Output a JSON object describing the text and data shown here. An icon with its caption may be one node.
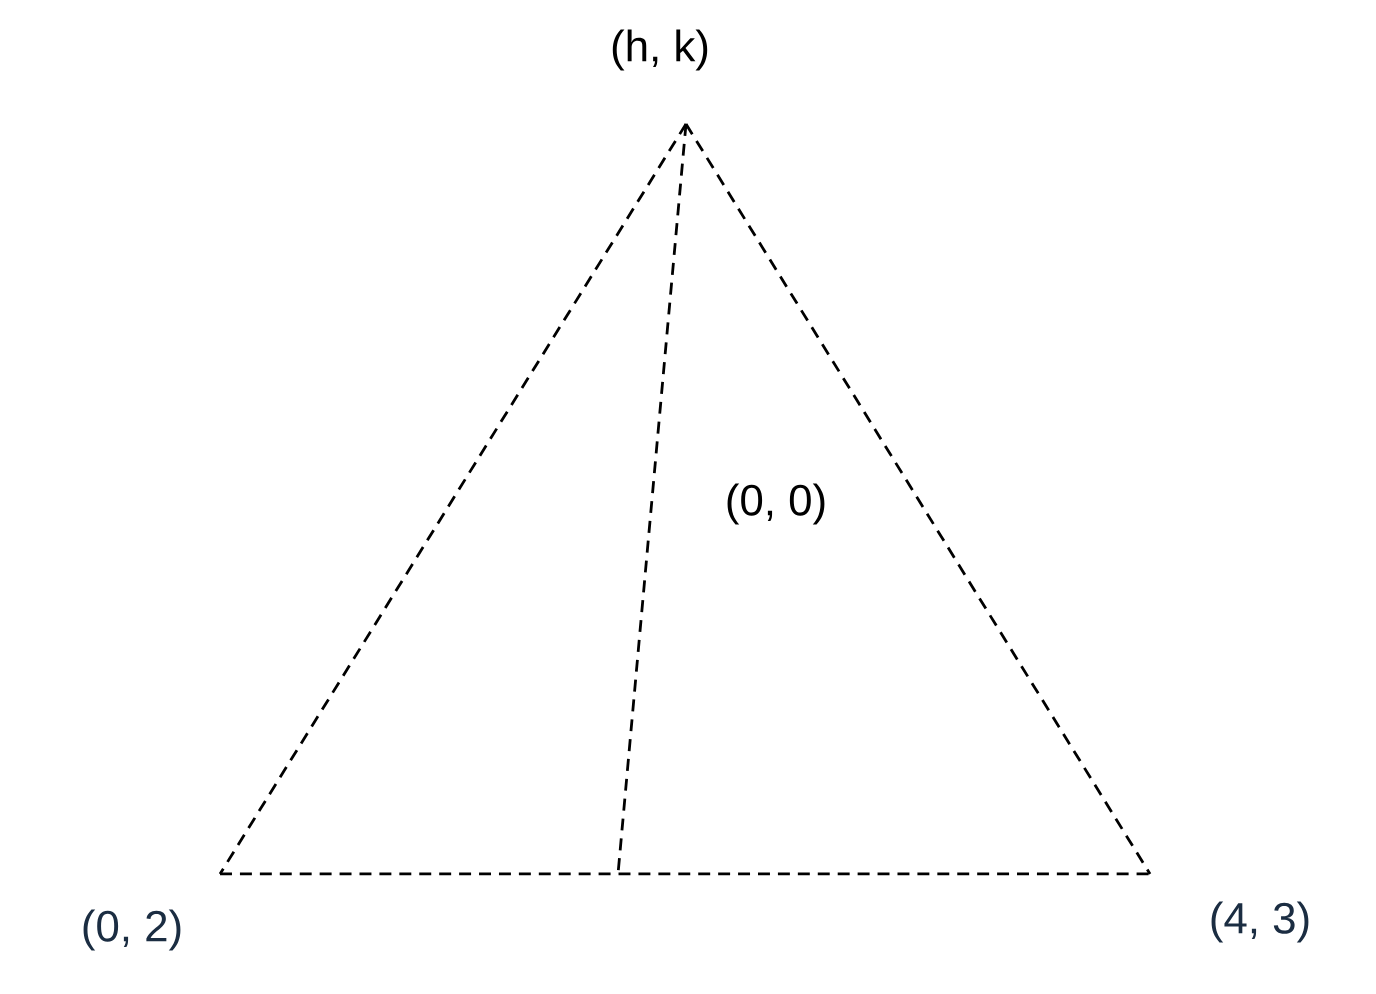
{
  "diagram": {
    "nodes": [
      {
        "text": [
          "(h, k)"
        ]
      },
      {
        "text": [
          "(0, 2)"
        ]
      },
      {
        "text": [
          "(4, 3)"
        ]
      }
    ],
    "edges": [
      {
        "from": 0,
        "to": 1,
        "arrow": "none",
        "style": "dashed"
      },
      {
        "from": 0,
        "to": 2,
        "arrow": "none",
        "style": "dashed"
      },
      {
        "from": 1,
        "to": 2,
        "arrow": "none",
        "style": "dashed"
      },
      {
        "from": 0,
        "to": null,
        "arrow": "none",
        "style": "dashed"
      }
    ],
    "labels": [
      "(0, 0)"
    ]
  }
}
